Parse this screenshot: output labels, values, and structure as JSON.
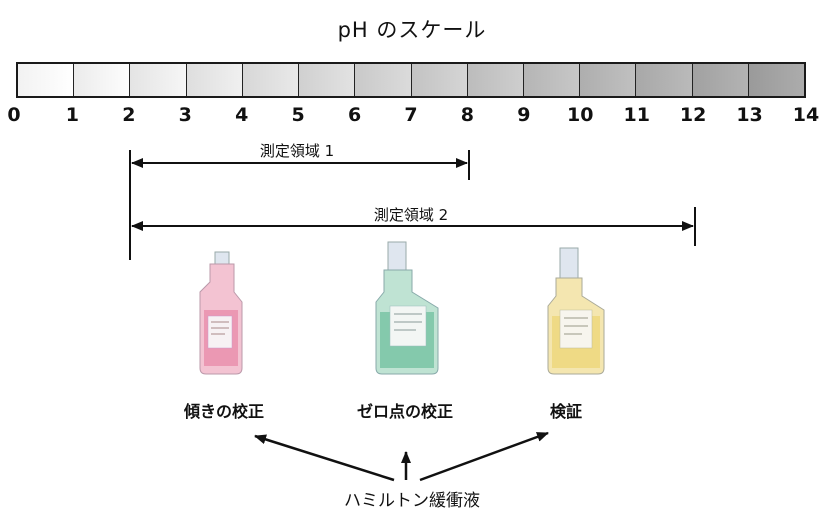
{
  "title": "pH のスケール",
  "scale": {
    "min": 0,
    "max": 14,
    "ticks": [
      "0",
      "1",
      "2",
      "3",
      "4",
      "5",
      "6",
      "7",
      "8",
      "9",
      "10",
      "11",
      "12",
      "13",
      "14"
    ],
    "gradient_from": "#f2f2f2",
    "gradient_to": "#9a9a9a"
  },
  "ranges": [
    {
      "label": "測定領域 1",
      "from": 2,
      "to": 8
    },
    {
      "label": "測定領域 2",
      "from": 2,
      "to": 12
    }
  ],
  "bottles": [
    {
      "label": "傾きの校正",
      "liquid_color": "#e88aa8",
      "icon": "pink-buffer-bottle-icon"
    },
    {
      "label": "ゼロ点の校正",
      "liquid_color": "#76c2a2",
      "icon": "green-buffer-bottle-icon"
    },
    {
      "label": "検証",
      "liquid_color": "#eed77a",
      "icon": "yellow-buffer-bottle-icon"
    }
  ],
  "source_label": "ハミルトン緩衝液"
}
